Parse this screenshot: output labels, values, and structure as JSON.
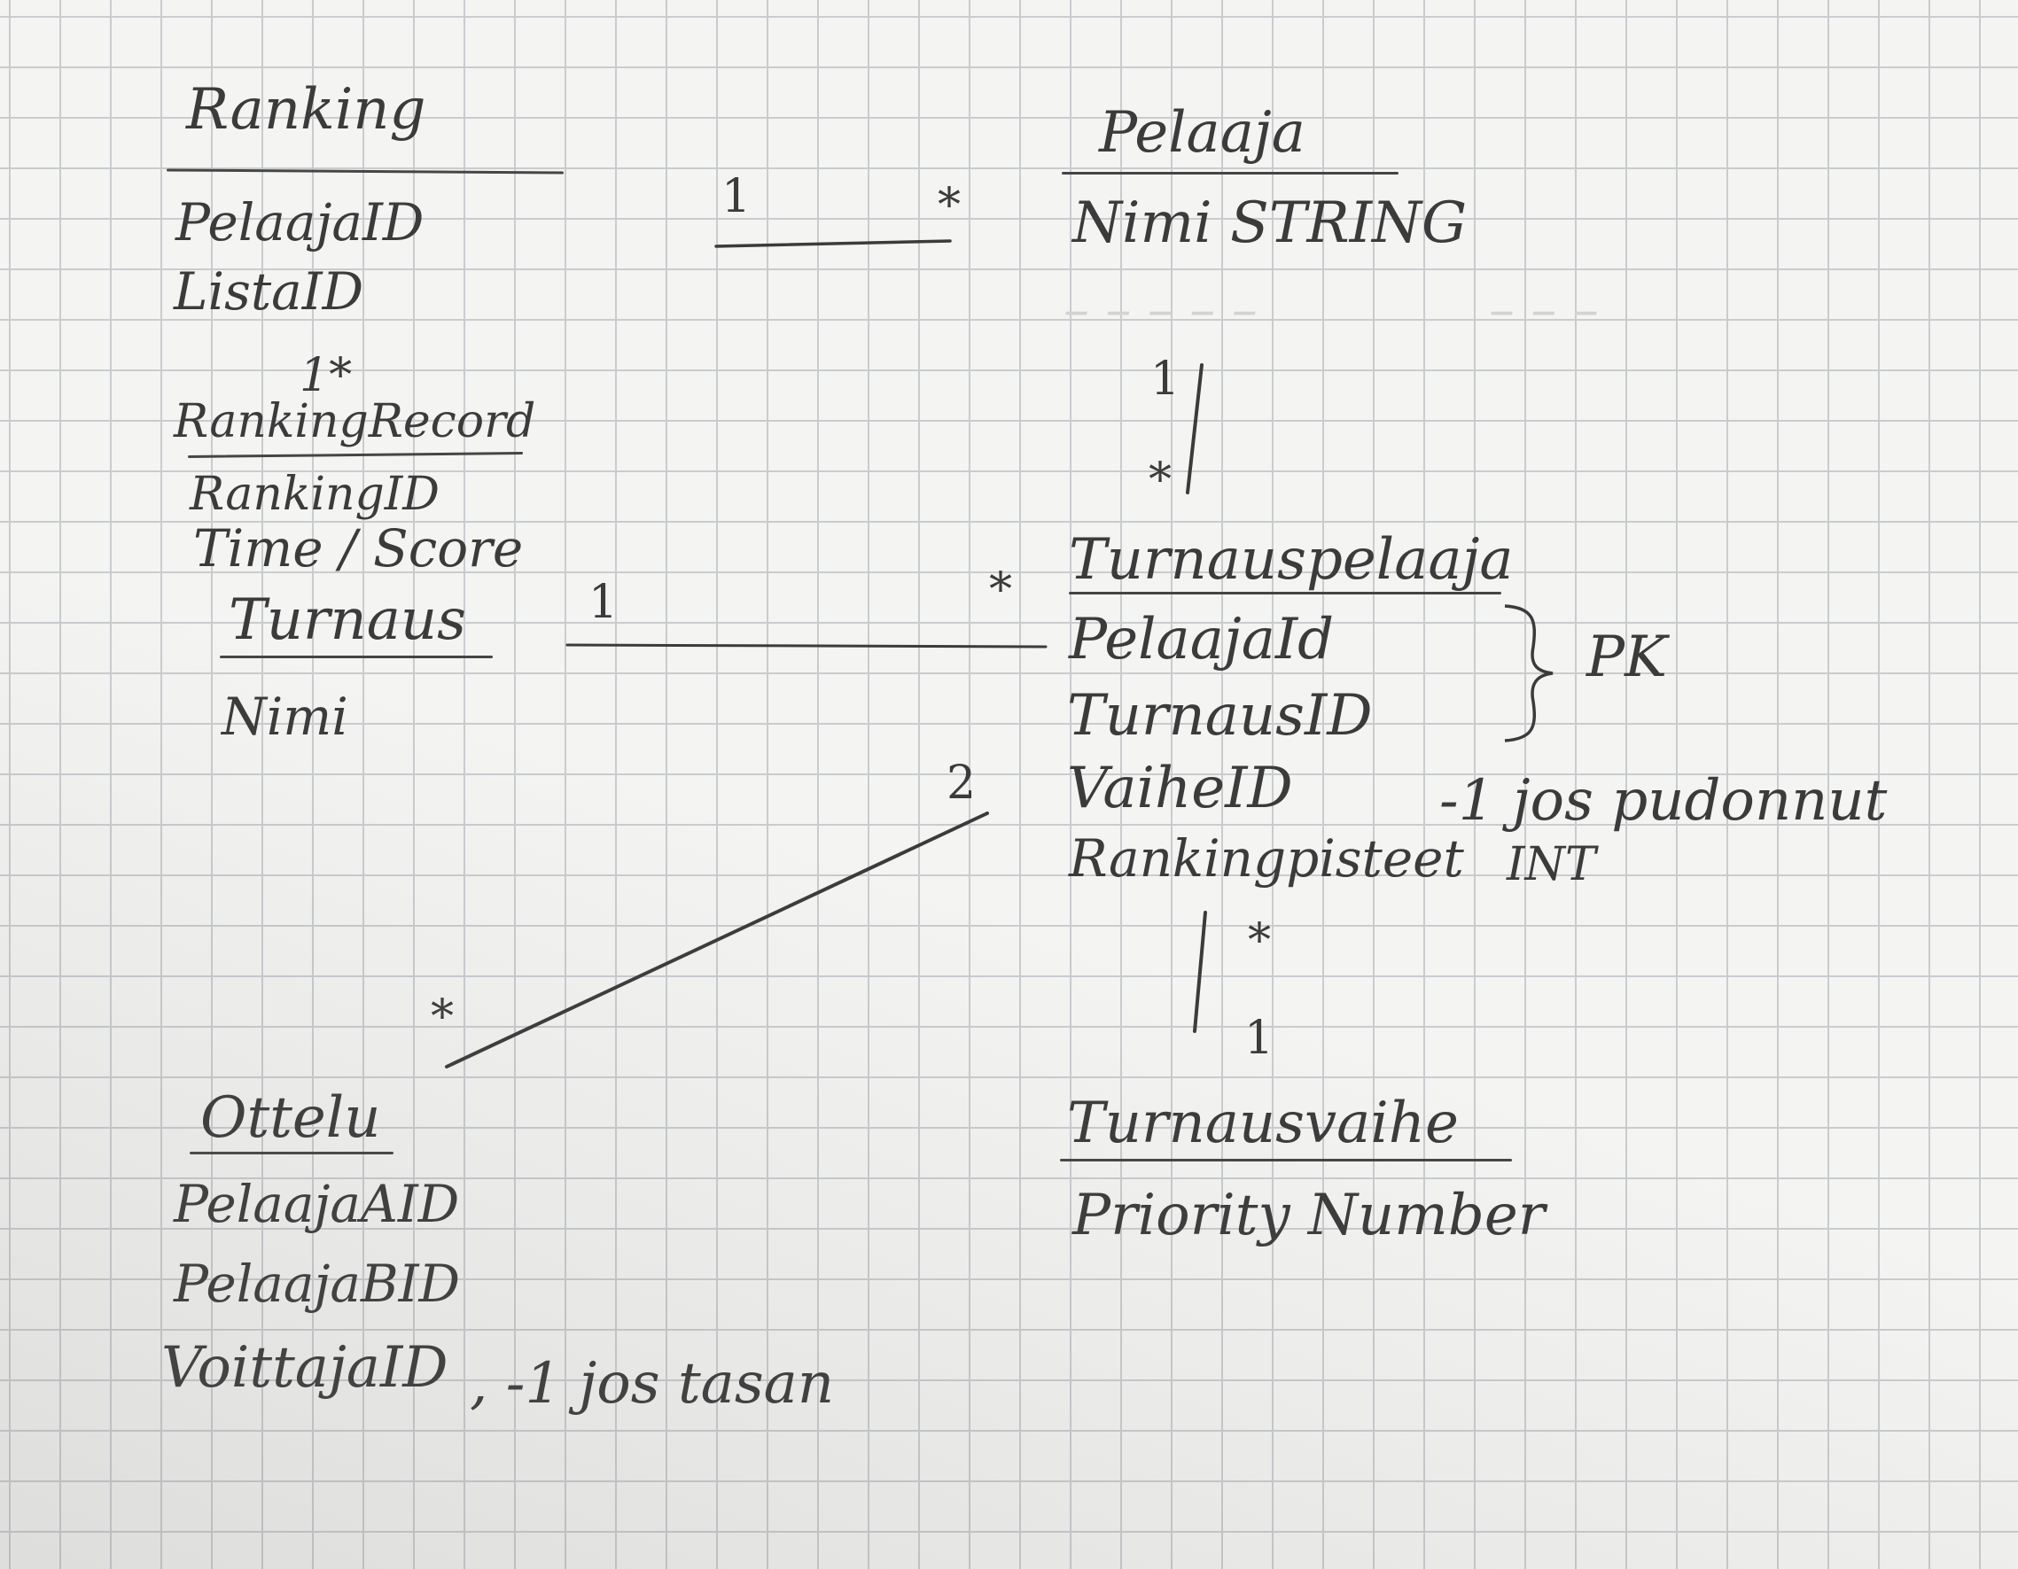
{
  "diagram": {
    "entities": {
      "ranking": {
        "title": "Ranking",
        "attributes": [
          "PelaajaID",
          "ListaID"
        ]
      },
      "ranking_record": {
        "title": "RankingRecord",
        "attributes": [
          "RankingID",
          "Time / Score"
        ]
      },
      "turnaus": {
        "title": "Turnaus",
        "attributes": [
          "Nimi"
        ]
      },
      "ottelu": {
        "title": "Ottelu",
        "attributes": [
          "PelaajaAID",
          "PelaajaBID",
          "VoittajaID"
        ]
      },
      "pelaaja": {
        "title": "Pelaaja",
        "attributes": [
          "Nimi STRING"
        ]
      },
      "turnauspelaaja": {
        "title": "Turnauspelaaja",
        "attributes": [
          "PelaajaId",
          "TurnausID",
          "VaiheID",
          "Rankingpisteet"
        ]
      },
      "turnausvaihe": {
        "title": "Turnausvaihe",
        "attributes": [
          "Priority Number"
        ]
      }
    },
    "multiplicities": {
      "ranking_pelaaja_left": "1",
      "ranking_pelaaja_right": "*",
      "ranking_record": "1*",
      "pelaaja_turnauspelaaja_top": "1",
      "pelaaja_turnauspelaaja_bottom": "*",
      "turnaus_turnauspelaaja_left": "1",
      "turnaus_turnauspelaaja_right": "*",
      "ottelu_turnauspelaaja_top": "2",
      "ottelu_turnauspelaaja_bottom": "*",
      "turnauspelaaja_vaihe_top": "*",
      "turnauspelaaja_vaihe_bottom": "1"
    },
    "notes": {
      "pk": "PK",
      "vaihe_note": "-1 jos pudonnut",
      "int_note": "INT",
      "voittaja_note": ", -1 jos tasan"
    }
  }
}
